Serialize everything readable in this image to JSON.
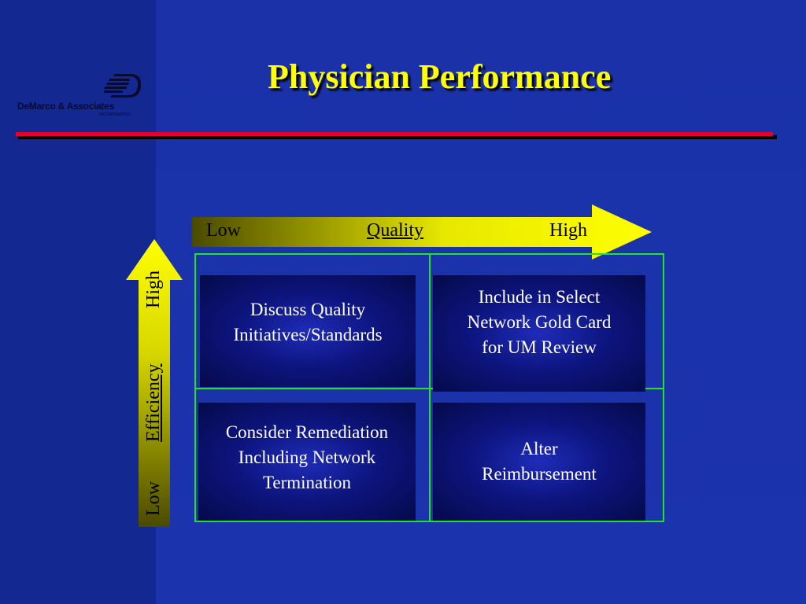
{
  "slide": {
    "title": "Physician Performance",
    "logo": {
      "name": "DeMarco & Associates",
      "subtitle": "INCORPORATED"
    },
    "colors": {
      "background": "#1a2ea0",
      "title": "#ffff00",
      "rule": "#e4002b",
      "grid": "#1fe51f",
      "arrow_start": "#4a4a00",
      "arrow_end": "#ffff00"
    }
  },
  "quality_axis": {
    "low": "Low",
    "name": "Quality",
    "high": "High"
  },
  "efficiency_axis": {
    "low": "Low",
    "name": "Efficiency",
    "high": "High"
  },
  "matrix": {
    "top_left": [
      "Discuss Quality",
      "Initiatives/Standards"
    ],
    "top_right": [
      "Include in Select",
      "Network Gold Card",
      "for UM Review"
    ],
    "bottom_left": [
      "Consider Remediation",
      "Including Network",
      "Termination"
    ],
    "bottom_right": [
      "Alter",
      "Reimbursement"
    ]
  }
}
